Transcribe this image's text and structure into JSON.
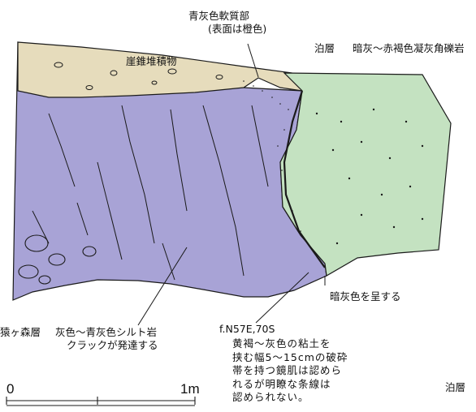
{
  "colors": {
    "saruga_mori": "#a8a3d6",
    "talus": "#e6dcbc",
    "tomari": "#c4e2c1",
    "line": "#1a1a1a"
  },
  "labels": {
    "soft_zone": "青灰色軟質部",
    "soft_zone_note": "(表面は橙色)",
    "talus": "崖錐堆積物",
    "tomari_top": "泊層",
    "tomari_rock": "暗灰～赤褐色凝灰角礫岩",
    "dark_gray": "暗灰色を呈する",
    "saruga_mori": "猿ヶ森層",
    "siltstone": "灰色～青灰色シルト岩",
    "cracks": "クラックが発達する",
    "fault": "f.N57E,70S",
    "fault_note": "黄褐～灰色の粘土を\n挟む幅5～15cmの破砕\n帯を持つ鏡肌は認めら\nれるが明瞭な条線は\n認められない。",
    "tomari_right": "泊層"
  },
  "scale": {
    "start": "0",
    "end": "1m"
  }
}
